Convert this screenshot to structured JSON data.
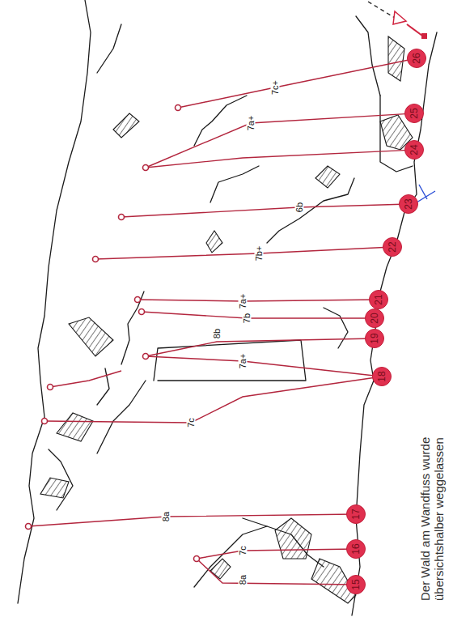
{
  "diagram": {
    "caption": "Der Wald am Wandfuss wurde übersichtshalber weggelassen",
    "nodes": [
      {
        "text": [
          "15"
        ]
      },
      {
        "text": [
          "16"
        ]
      },
      {
        "text": [
          "17"
        ]
      },
      {
        "text": [
          "18"
        ]
      },
      {
        "text": [
          "19"
        ]
      },
      {
        "text": [
          "20"
        ]
      },
      {
        "text": [
          "21"
        ]
      },
      {
        "text": [
          "22"
        ]
      },
      {
        "text": [
          "23"
        ]
      },
      {
        "text": [
          "24"
        ]
      },
      {
        "text": [
          "25"
        ]
      },
      {
        "text": [
          "26"
        ]
      }
    ],
    "labels": [
      "8a",
      "7c",
      "8a",
      "7c",
      "7a+",
      "8b",
      "7b",
      "7a+",
      "7b+",
      "6b",
      "7a+",
      "7c+"
    ]
  }
}
